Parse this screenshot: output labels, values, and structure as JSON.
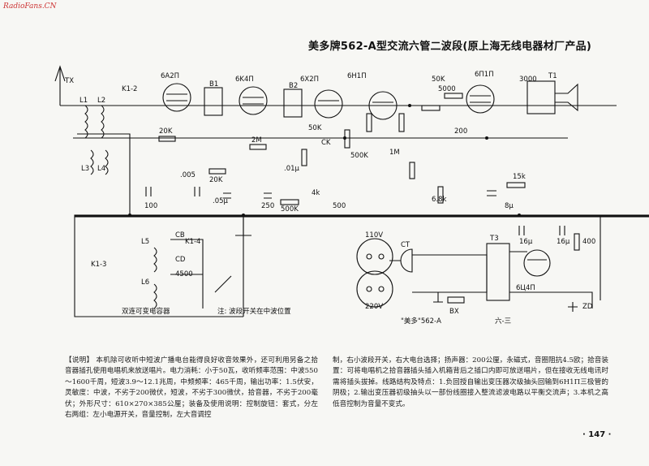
{
  "watermark": "RadioFans.CN",
  "title": "美多牌562-A型交流六管二波段(原上海无线电器材厂产品)",
  "schematic": {
    "tubes": [
      "6A2Π",
      "6K4Π",
      "6X2Π",
      "6H1Π",
      "6Π1Π",
      "6Ц4Π"
    ],
    "labels": {
      "antenna": "TX",
      "l1": "L1",
      "l2": "L2",
      "l3": "L3",
      "l4": "L4",
      "k12": "K1-2",
      "k13": "K1-3",
      "k14": "K1-4",
      "b1": "B1",
      "b2": "B2",
      "t1": "T1",
      "t3": "T3",
      "ck": "CK",
      "cb": "CB",
      "cd": "CD",
      "r20k": "20K",
      "r20k2": "20K",
      "r2m": "2M",
      "r50k": "50K",
      "r50k2": "50K",
      "r500k": "500K",
      "r1m": "1M",
      "r500k2": "500K",
      "r5000": "5000",
      "r3000": "3000",
      "r200": "200",
      "r68k": "6.8k",
      "r4k": "4k",
      "r15k": "15k",
      "r400": "400",
      "c005": ".005",
      "c05": ".05μ",
      "c01": ".01μ",
      "c250": "250",
      "c100": "100",
      "c500": "500",
      "c8u": "8μ",
      "c16u": "16μ",
      "c16u2": "16μ",
      "c4500": "4500",
      "v110": "110V",
      "v220": "220V",
      "ct": "CT",
      "bx": "BX",
      "zd": "ZD",
      "model": "\"美多\"562-A",
      "code": "六-三",
      "osc_note": "双连可变电容器",
      "switch_note": "注: 波段开关在中波位置",
      "ls": "L5",
      "l6": "L6"
    }
  },
  "caption": {
    "col1": "【说明】 本机除可收听中短波广播电台能得良好收音效果外，还可利用另备之拾音器插孔使用电唱机来放送唱片。电力消耗：小于50瓦，收听频率范围：中波550～1600千周，短波3.9～12.1兆周，中频频率：465千周，输出功率：1.5伏安，灵敏度：中波，不劣于200微伏，短波，不劣于300微伏，拾音器，不劣于200毫伏；外形尺寸：610×270×385公厘；装备及使用说明：控制旋钮：套式，分左右两组：左小电源开关，音量控制，左大音调控",
    "col2": "制，右小波段开关，右大电台选择；扬声器：200公厘，永磁式，音圈阻抗4.5欧；拾音装置：可将电唱机之拾音器插头插入机箱背后之插口内即可放送唱片，但在接收无线电讯时需将插头拔掉。线路结构及特点：1.负回授自输出变压器次级抽头回输到6H1Π三极管的阴极；2.输出变压器初级抽头以一部份线圈接入整流滤波电路以平衡交流声；3.本机之高低音控制为音量不变式。"
  },
  "page_number": "· 147 ·"
}
